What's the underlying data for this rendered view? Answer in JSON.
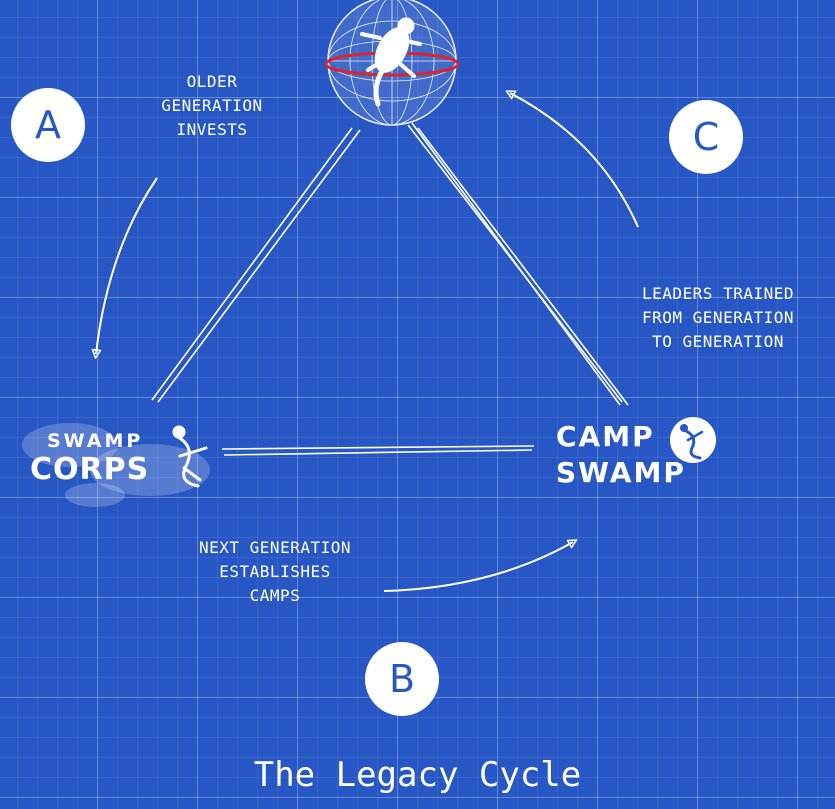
{
  "title": "The Legacy Cycle",
  "labels": {
    "a": "A",
    "b": "B",
    "c": "C"
  },
  "captions": {
    "older_generation": "OLDER\nGENERATION\nINVESTS",
    "next_generation": "NEXT GENERATION\nESTABLISHES\nCAMPS",
    "leaders_trained": "LEADERS TRAINED\nFROM GENERATION\nTO GENERATION"
  },
  "logos": {
    "swamp_corps": {
      "line1": "SWAMP",
      "line2": "CORPS"
    },
    "camp_swamp": {
      "line1": "CAMP",
      "line2": "SWAMP"
    }
  },
  "colors": {
    "background": "#2757c4",
    "foreground": "#ffffff",
    "globe_ring": "#d9262e"
  },
  "icons": [
    "globe-icon",
    "lizard-icon"
  ]
}
